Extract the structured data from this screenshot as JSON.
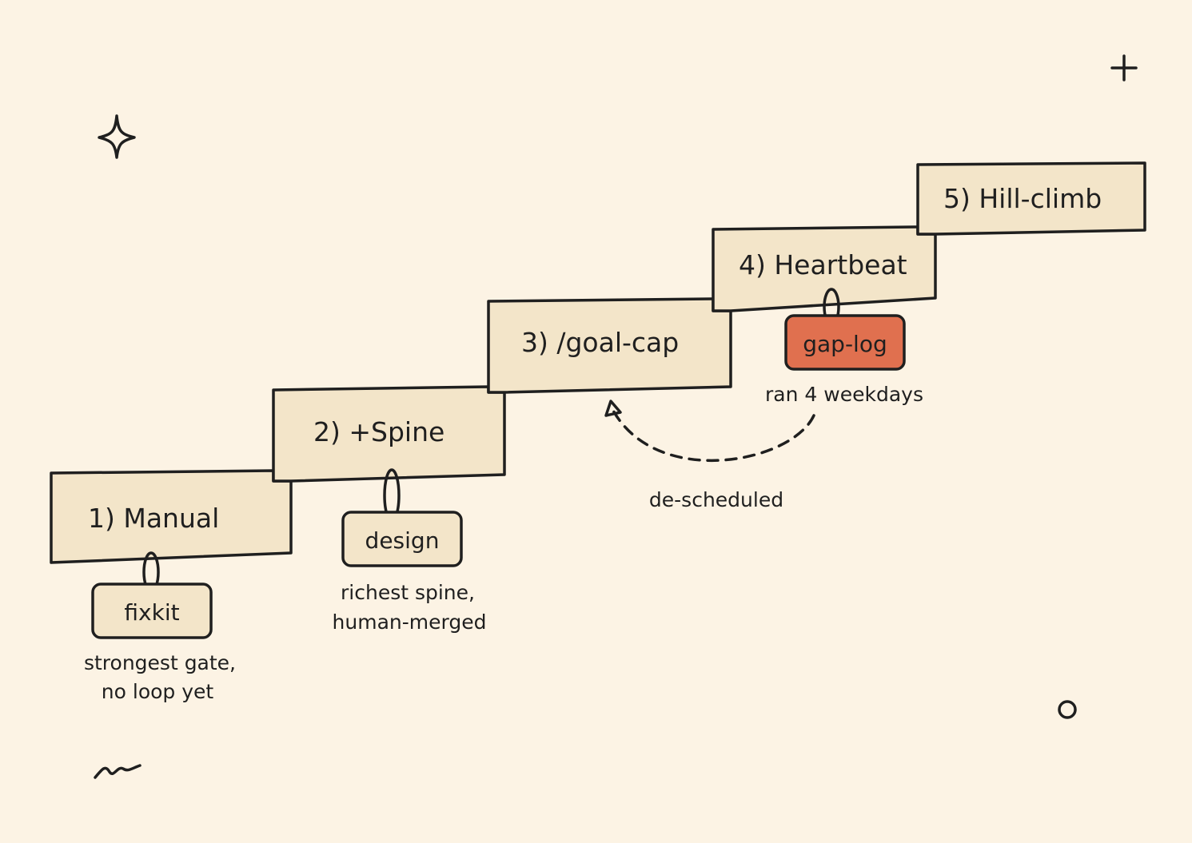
{
  "steps": [
    {
      "label": "1) Manual"
    },
    {
      "label": "2) +Spine"
    },
    {
      "label": "3) /goal-cap"
    },
    {
      "label": "4) Heartbeat"
    },
    {
      "label": "5) Hill-climb"
    }
  ],
  "tags": [
    {
      "label": "fixkit",
      "note_lines": [
        "strongest gate,",
        "no loop yet"
      ]
    },
    {
      "label": "design",
      "note_lines": [
        "richest spine,",
        "human-merged"
      ]
    },
    {
      "label": "gap-log",
      "note_lines": [
        "ran 4 weekdays"
      ]
    }
  ],
  "arrow": {
    "label": "de-scheduled"
  },
  "colors": {
    "background": "#fcf3e4",
    "step_fill": "#f3e5c9",
    "highlight_fill": "#e0704f",
    "ink": "#1f1f1f"
  },
  "decorations": [
    "sparkle-icon",
    "plus-icon",
    "circle-icon",
    "squiggle-icon"
  ]
}
